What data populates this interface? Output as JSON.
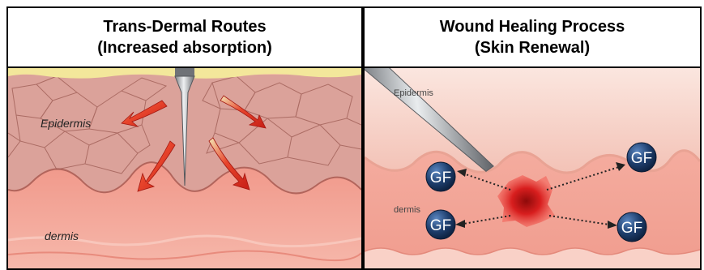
{
  "left_panel": {
    "title_line1": "Trans-Dermal Routes",
    "title_line2": "(Increased absorption)",
    "labels": {
      "epidermis": "Epidermis",
      "dermis": "dermis"
    }
  },
  "right_panel": {
    "title_line1": "Wound Healing Process",
    "title_line2": "(Skin Renewal)",
    "labels": {
      "epidermis": "Epidermis",
      "dermis": "dermis"
    },
    "growth_factor_label": "GF"
  },
  "colors": {
    "border": "#000000",
    "stratum_corneum": "#f3e79b",
    "epidermis_left": "#dba29a",
    "dermis": "#f0a296",
    "arrow_red": "#d8281c",
    "gf_badge": "#1f3f6e"
  }
}
